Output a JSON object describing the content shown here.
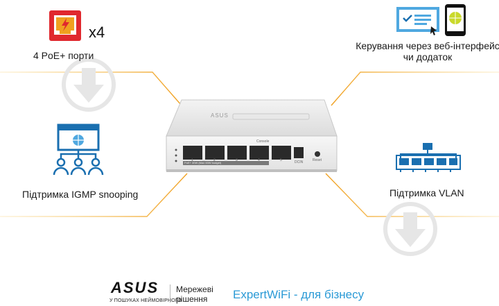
{
  "features": {
    "poe": {
      "count": "x4",
      "label": "4 PoE+ порти",
      "icon": "poe-port-icon"
    },
    "management": {
      "label_line1": "Керування через веб-інтерфейс",
      "label_line2": "чи додаток",
      "icon": "web-app-management-icon"
    },
    "igmp": {
      "label": "Підтримка IGMP snooping",
      "icon": "igmp-network-icon"
    },
    "vlan": {
      "label": "Підтримка VLAN",
      "icon": "vlan-icon"
    }
  },
  "device": {
    "brand": "ASUS",
    "port_labels": [
      "1",
      "2",
      "3",
      "4",
      "5"
    ],
    "console_label": "Console",
    "dcin_label": "DCIN",
    "reset_label": "Reset",
    "poe_strip_label": "PoE+ 30W (Max 60W budget)"
  },
  "footer": {
    "brand": "ASUS",
    "tagline": "У ПОШУКАХ НЕЙМОВІРНОГО",
    "solutions_line1": "Мережеві",
    "solutions_line2": "рішення",
    "product": "ExpertWiFi - для бізнесу"
  },
  "colors": {
    "accent_orange": "#f0a020",
    "poe_red": "#e0282e",
    "icon_blue": "#1a6fb0",
    "light_blue": "#4fa8e0",
    "brand_blue": "#2b9ad6",
    "watermark_gray": "#e6e6e6"
  }
}
